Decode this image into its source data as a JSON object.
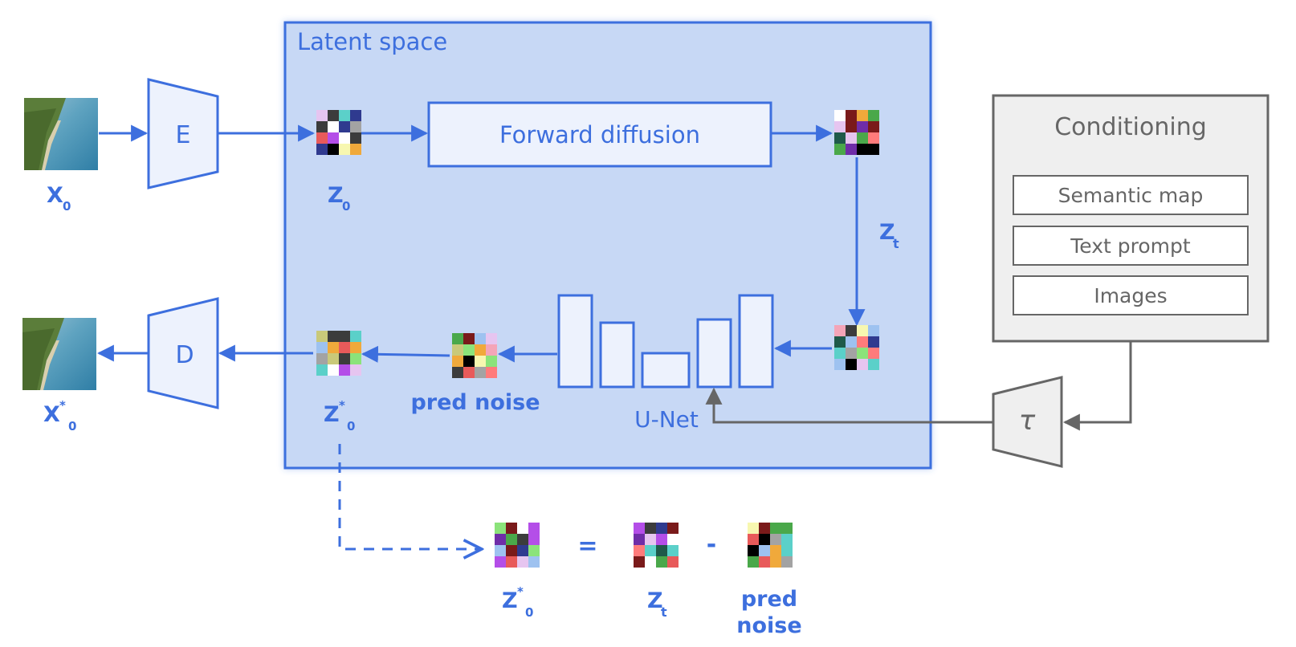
{
  "latent_space": {
    "title": "Latent space"
  },
  "encoder": {
    "label": "E"
  },
  "decoder": {
    "label": "D"
  },
  "forward_diffusion": {
    "label": "Forward diffusion"
  },
  "unet": {
    "label": "U-Net"
  },
  "pred_noise": {
    "label": "pred noise"
  },
  "tau": {
    "label": "τ"
  },
  "conditioning": {
    "title": "Conditioning",
    "items": [
      "Semantic map",
      "Text prompt",
      "Images"
    ]
  },
  "labels": {
    "x0": {
      "base": "X",
      "sub": "0"
    },
    "x0_star": {
      "base": "X",
      "sup": "*",
      "sub": "0"
    },
    "z0": {
      "base": "Z",
      "sub": "0"
    },
    "zt": {
      "base": "Z",
      "sub": "t"
    },
    "z0_star": {
      "base": "Z",
      "sup": "*",
      "sub": "0"
    }
  },
  "equation": {
    "equals": "=",
    "minus": "-",
    "lhs": {
      "base": "Z",
      "sup": "*",
      "sub": "0"
    },
    "term1": {
      "base": "Z",
      "sub": "t"
    },
    "term2_line1": "pred",
    "term2_line2": "noise"
  },
  "colors": {
    "accent": "#3d6fde",
    "latent_fill": "#c7d8f5",
    "box_fill": "#edf2fd",
    "gray": "#666666",
    "gray_fill": "#efefef"
  }
}
